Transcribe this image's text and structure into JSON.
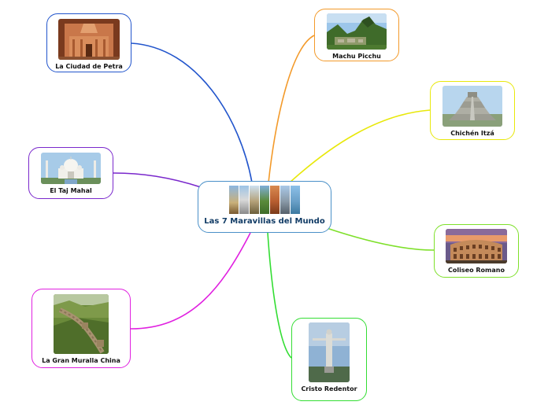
{
  "central_topic": {
    "label": "Las 7 Maravillas del Mundo",
    "color": "#4a90c8"
  },
  "topics": [
    {
      "id": "petra",
      "label": "La Ciudad de Petra",
      "color": "#2255cc",
      "image": "petra-photo"
    },
    {
      "id": "machu",
      "label": "Machu Picchu",
      "color": "#f39a2a",
      "image": "machu-picchu-photo"
    },
    {
      "id": "chichen",
      "label": "Chichén Itzá",
      "color": "#e8e80a",
      "image": "chichen-itza-photo"
    },
    {
      "id": "taj",
      "label": "El Taj Mahal",
      "color": "#7a28cc",
      "image": "taj-mahal-photo"
    },
    {
      "id": "coliseo",
      "label": "Coliseo Romano",
      "color": "#7ee02a",
      "image": "colosseum-photo"
    },
    {
      "id": "muralla",
      "label": "La Gran Muralla China",
      "color": "#e020e0",
      "image": "great-wall-photo"
    },
    {
      "id": "cristo",
      "label": "Cristo Redentor",
      "color": "#33dd33",
      "image": "christ-redeemer-photo"
    }
  ]
}
